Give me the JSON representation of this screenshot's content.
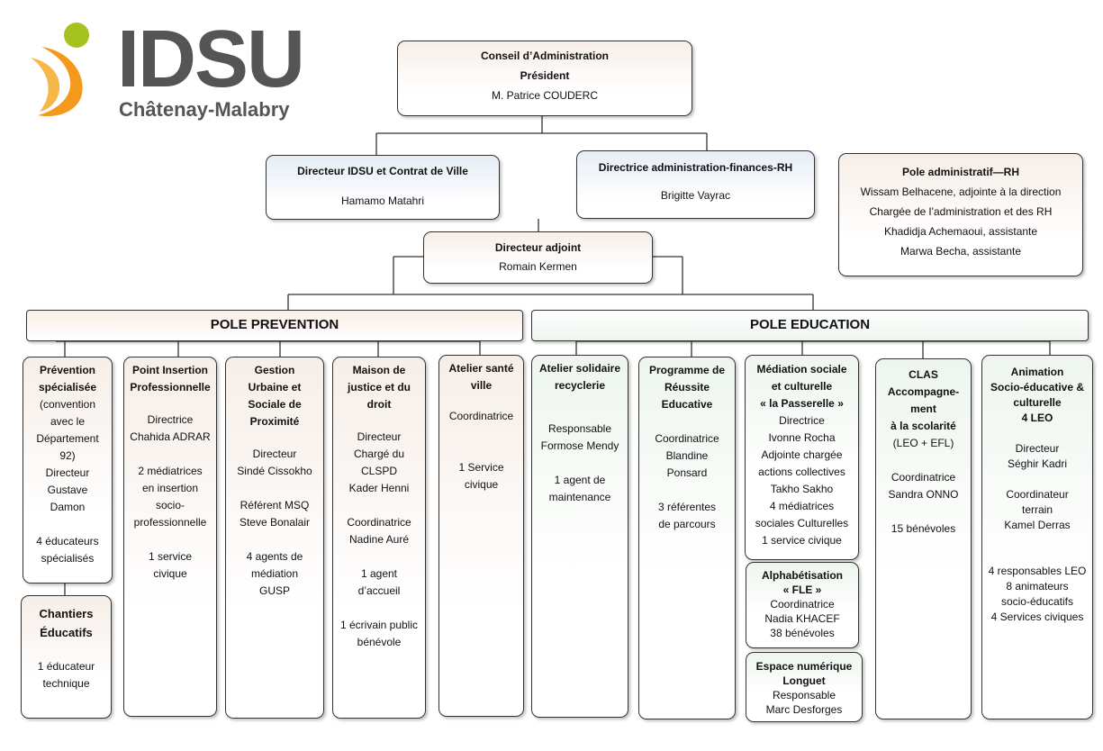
{
  "logo": {
    "brand": "IDSU",
    "city": "Châtenay-Malabry"
  },
  "board": {
    "title": "Conseil d’Administration",
    "role": "Président",
    "name": "M. Patrice COUDERC"
  },
  "director": {
    "title": "Directeur IDSU et Contrat de Ville",
    "name": "Hamamo Matahri"
  },
  "finance": {
    "title": "Directrice administration-finances-RH",
    "name": "Brigitte Vayrac"
  },
  "admin_pole": {
    "title": "Pole administratif—RH",
    "lines": [
      "Wissam Belhacene, adjointe à la direction",
      "Chargée de l’administration et des RH",
      "Khadidja Achemaoui, assistante",
      "Marwa Becha, assistante"
    ]
  },
  "deputy": {
    "title": "Directeur adjoint",
    "name": "Romain Kermen"
  },
  "poles": {
    "prevention": "POLE PREVENTION",
    "education": "POLE EDUCATION"
  },
  "units": {
    "prevention_spec": {
      "title": "Prévention spécialisée",
      "body": "(convention\navec le\nDépartement\n92)\nDirecteur\nGustave\nDamon\n\n4 éducateurs\nspécialisés"
    },
    "chantiers": {
      "title": "Chantiers\nÉducatifs",
      "body": "1 éducateur\ntechnique"
    },
    "insertion": {
      "title": "Point Insertion\nProfessionnelle",
      "body": "Directrice\nChahida ADRAR\n\n2 médiatrices\nen insertion\nsocio-\nprofessionnelle\n\n1 service\ncivique"
    },
    "gusp": {
      "title": "Gestion\nUrbaine et\nSociale de\nProximité",
      "body": "Directeur\nSindé Cissokho\n\nRéférent MSQ\nSteve Bonalair\n\n4 agents de\nmédiation\nGUSP"
    },
    "justice": {
      "title": "Maison de\njustice et du\ndroit",
      "body": "Directeur\nChargé du\nCLSPD\nKader Henni\n\nCoordinatrice\nNadine Auré\n\n1 agent\nd’accueil\n\n1 écrivain public\nbénévole"
    },
    "sante": {
      "title": "Atelier santé\nville",
      "body": "Coordinatrice\n\n\n1 Service\ncivique"
    },
    "recyclerie": {
      "title": "Atelier solidaire\nrecyclerie",
      "body": "Responsable\nFormose Mendy\n\n1 agent de\nmaintenance"
    },
    "pre": {
      "title": "Programme de\nRéussite\nEducative",
      "body": "Coordinatrice\nBlandine\nPonsard\n\n3 référentes\nde parcours"
    },
    "passerelle": {
      "title": "Médiation sociale\net culturelle\n« la Passerelle »",
      "body": "Directrice\nIvonne Rocha\nAdjointe chargée\nactions collectives\nTakho Sakho\n4 médiatrices\nsociales Culturelles\n1 service civique"
    },
    "fle": {
      "title": "Alphabétisation\n« FLE »",
      "body": "Coordinatrice\nNadia KHACEF\n38 bénévoles"
    },
    "numerique": {
      "title": "Espace numérique\nLonguet",
      "body": "Responsable\nMarc Desforges"
    },
    "clas": {
      "title": "CLAS\nAccompagne-\nment\nà la scolarité",
      "body": "(LEO + EFL)\n\nCoordinatrice\nSandra ONNO\n\n15 bénévoles"
    },
    "leo": {
      "title": "Animation\nSocio-éducative &\nculturelle\n4 LEO",
      "body": "Directeur\nSéghir Kadri\n\nCoordinateur\nterrain\nKamel Derras\n\n\n4 responsables LEO\n8 animateurs\nsocio-éducatifs\n4 Services civiques"
    }
  },
  "colors": {
    "logo_orange": "#f39a1e",
    "logo_green": "#a6c21f",
    "logo_grey": "#555555"
  }
}
